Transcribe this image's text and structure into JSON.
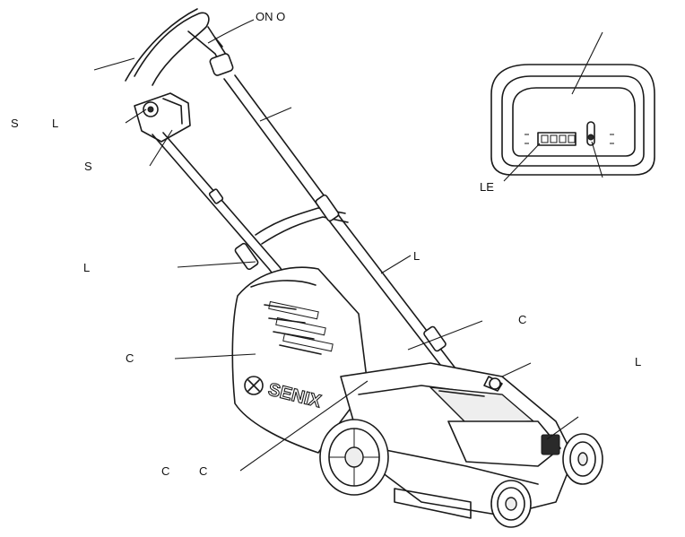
{
  "labels": {
    "on_off": "ON O",
    "s_l_s": "S",
    "s_l_l": "L",
    "s_lower": "S",
    "l_left": "L",
    "c_left": "C",
    "c_bottom_1": "C",
    "c_bottom_2": "C",
    "l_handle": "L",
    "c_right": "C",
    "l_far_right": "L",
    "le": "LE"
  },
  "brand": "SENIX",
  "colors": {
    "ink": "#1a1a1a",
    "background": "#ffffff"
  }
}
